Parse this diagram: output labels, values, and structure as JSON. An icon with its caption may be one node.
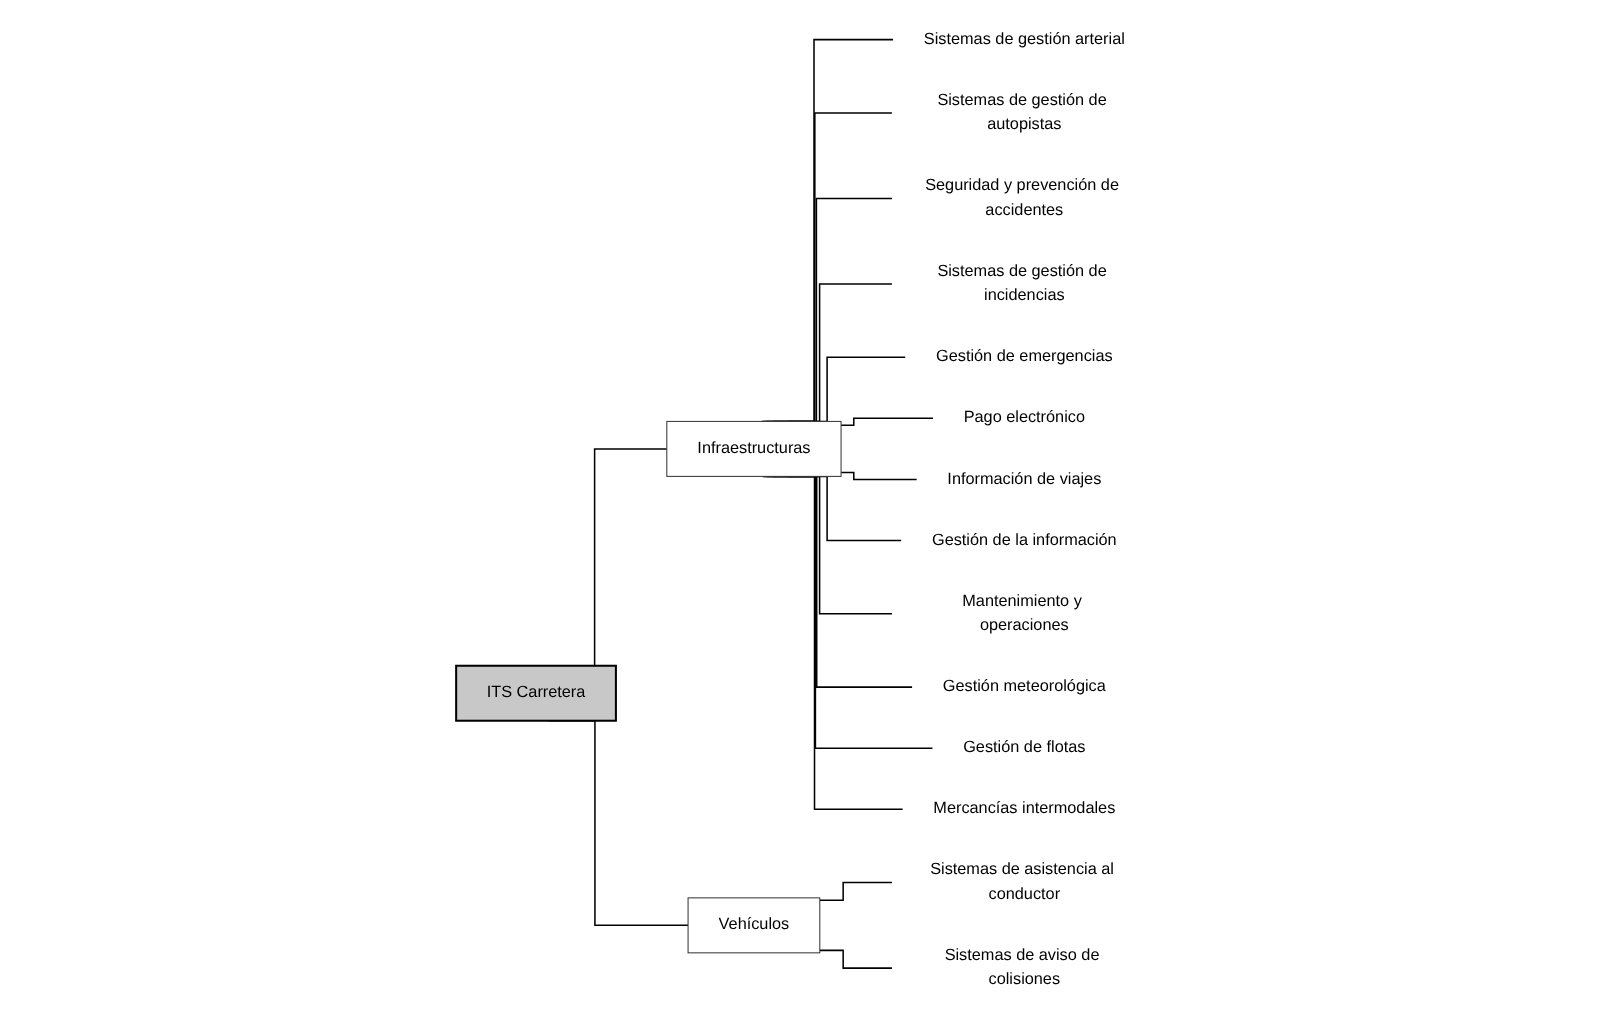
{
  "diagram": {
    "nodes": [
      {
        "text": [
          "ITS Carretera"
        ]
      },
      {
        "text": [
          "Infraestructuras"
        ]
      },
      {
        "text": [
          "Vehículos"
        ]
      },
      {
        "text": [
          "Sistemas de gestión arterial"
        ]
      },
      {
        "text": [
          "Sistemas de gestión de autopistas"
        ]
      },
      {
        "text": [
          "Seguridad y prevención de accidentes"
        ]
      },
      {
        "text": [
          "Sistemas de gestión de incidencias"
        ]
      },
      {
        "text": [
          "Gestión de emergencias"
        ]
      },
      {
        "text": [
          "Pago electrónico"
        ]
      },
      {
        "text": [
          "Información de viajes"
        ]
      },
      {
        "text": [
          "Gestión de la información"
        ]
      },
      {
        "text": [
          "Mantenimiento y operaciones"
        ]
      },
      {
        "text": [
          "Gestión meteorológica"
        ]
      },
      {
        "text": [
          "Gestión de flotas"
        ]
      },
      {
        "text": [
          "Mercancías intermodales"
        ]
      },
      {
        "text": [
          "Sistemas de asistencia al conductor"
        ]
      },
      {
        "text": [
          "Sistemas de aviso de colisiones"
        ]
      }
    ],
    "edges": [
      {
        "from": 0,
        "to": 1,
        "arrow": "none"
      },
      {
        "from": 0,
        "to": 2,
        "arrow": "none"
      },
      {
        "from": 1,
        "to": 3,
        "arrow": "none"
      },
      {
        "from": 1,
        "to": 4,
        "arrow": "none"
      },
      {
        "from": 1,
        "to": 5,
        "arrow": "none"
      },
      {
        "from": 1,
        "to": 6,
        "arrow": "none"
      },
      {
        "from": 1,
        "to": 7,
        "arrow": "none"
      },
      {
        "from": 1,
        "to": 8,
        "arrow": "none"
      },
      {
        "from": 1,
        "to": 9,
        "arrow": "none"
      },
      {
        "from": 1,
        "to": 10,
        "arrow": "none"
      },
      {
        "from": 1,
        "to": 11,
        "arrow": "none"
      },
      {
        "from": 1,
        "to": 12,
        "arrow": "none"
      },
      {
        "from": 1,
        "to": 13,
        "arrow": "none"
      },
      {
        "from": 1,
        "to": 14,
        "arrow": "none"
      },
      {
        "from": 2,
        "to": 15,
        "arrow": "none"
      },
      {
        "from": 2,
        "to": 16,
        "arrow": "none"
      }
    ]
  }
}
